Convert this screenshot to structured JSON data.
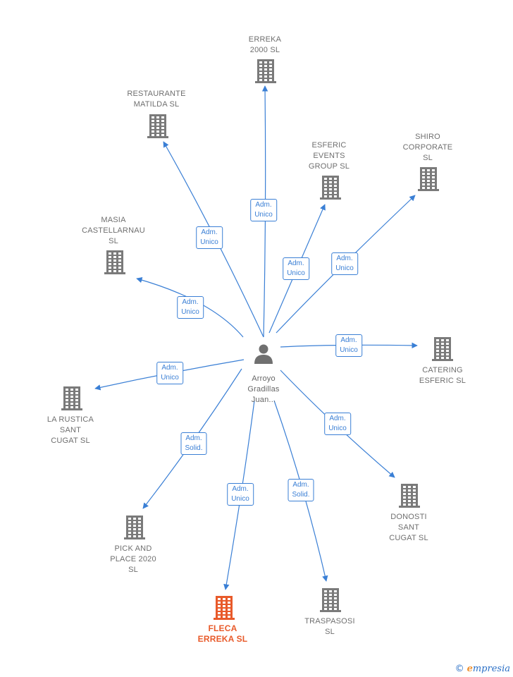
{
  "center": {
    "id": "person",
    "label": "Arroyo\nGradillas\nJuan..."
  },
  "nodes": [
    {
      "id": "erreka2000",
      "label": "ERREKA\n2000 SL",
      "highlight": false
    },
    {
      "id": "restaurante",
      "label": "RESTAURANTE\nMATILDA  SL",
      "highlight": false
    },
    {
      "id": "esferic",
      "label": "ESFERIC\nEVENTS\nGROUP  SL",
      "highlight": false
    },
    {
      "id": "shiro",
      "label": "SHIRO\nCORPORATE\nSL",
      "highlight": false
    },
    {
      "id": "masia",
      "label": "MASIA\nCASTELLARNAU\nSL",
      "highlight": false
    },
    {
      "id": "catering",
      "label": "CATERING\nESFERIC  SL",
      "highlight": false
    },
    {
      "id": "larustica",
      "label": "LA RUSTICA\nSANT\nCUGAT  SL",
      "highlight": false
    },
    {
      "id": "donosti",
      "label": "DONOSTI\nSANT\nCUGAT SL",
      "highlight": false
    },
    {
      "id": "pickplace",
      "label": "PICK AND\nPLACE 2020\nSL",
      "highlight": false
    },
    {
      "id": "traspasosi",
      "label": "TRASPASOSI\nSL",
      "highlight": false
    },
    {
      "id": "fleca",
      "label": "FLECA\nERREKA  SL",
      "highlight": true
    }
  ],
  "edges": [
    {
      "to": "erreka2000",
      "label": "Adm.\nUnico"
    },
    {
      "to": "restaurante",
      "label": "Adm.\nUnico"
    },
    {
      "to": "esferic",
      "label": "Adm.\nUnico"
    },
    {
      "to": "shiro",
      "label": "Adm.\nUnico"
    },
    {
      "to": "masia",
      "label": "Adm.\nUnico"
    },
    {
      "to": "catering",
      "label": "Adm.\nUnico"
    },
    {
      "to": "larustica",
      "label": "Adm.\nUnico"
    },
    {
      "to": "donosti",
      "label": "Adm.\nUnico"
    },
    {
      "to": "pickplace",
      "label": "Adm.\nSolid."
    },
    {
      "to": "traspasosi",
      "label": "Adm.\nSolid."
    },
    {
      "to": "fleca",
      "label": "Adm.\nUnico"
    }
  ],
  "colors": {
    "edge": "#3a7fd5",
    "building": "#7a7a7a",
    "building_highlight": "#e85a2a",
    "person": "#707070"
  },
  "branding": {
    "copyright_symbol": "©",
    "name_first": "e",
    "name_rest": "mpresia"
  }
}
